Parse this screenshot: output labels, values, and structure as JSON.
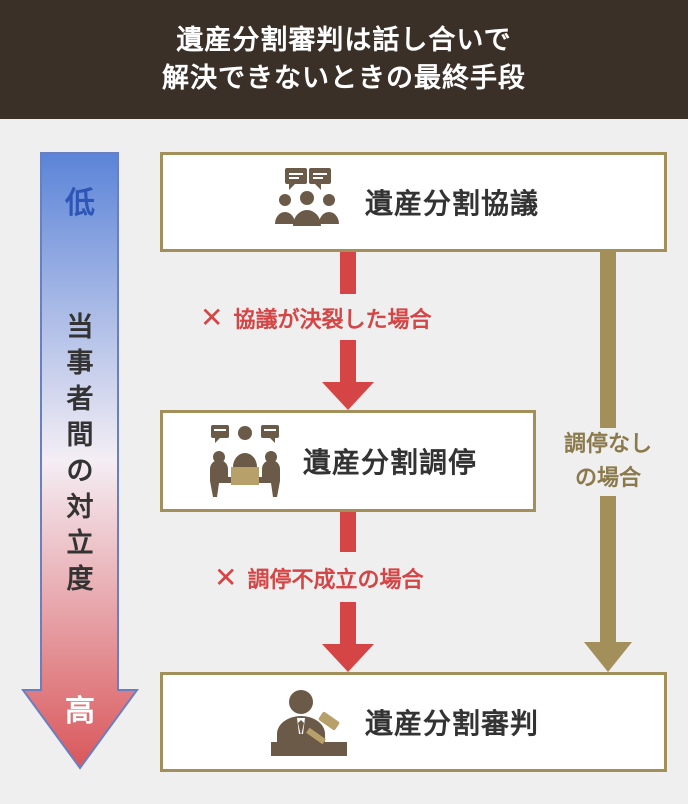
{
  "header": {
    "line1": "遺産分割審判は話し合いで",
    "line2": "解決できないときの最終手段"
  },
  "scale": {
    "low": "低",
    "high": "高",
    "label_chars": [
      "当",
      "事",
      "者",
      "間",
      "の",
      "対",
      "立",
      "度"
    ]
  },
  "steps": [
    {
      "label": "遺産分割協議",
      "icon": "group-chat-icon"
    },
    {
      "label": "遺産分割調停",
      "icon": "meeting-table-icon"
    },
    {
      "label": "遺産分割審判",
      "icon": "judge-gavel-icon"
    }
  ],
  "transitions": [
    {
      "mark": "✕",
      "text": "協議が決裂した場合"
    },
    {
      "mark": "✕",
      "text": "調停不成立の場合"
    }
  ],
  "bypass": {
    "line1": "調停なし",
    "line2": "の場合"
  },
  "colors": {
    "header_bg": "#3a3028",
    "box_border": "#a38f5a",
    "icon": "#6b5a48",
    "red_arrow": "#d64545",
    "gold_arrow": "#a38f5a",
    "scale_top": "#5b84d8",
    "scale_bottom": "#d9575a"
  }
}
